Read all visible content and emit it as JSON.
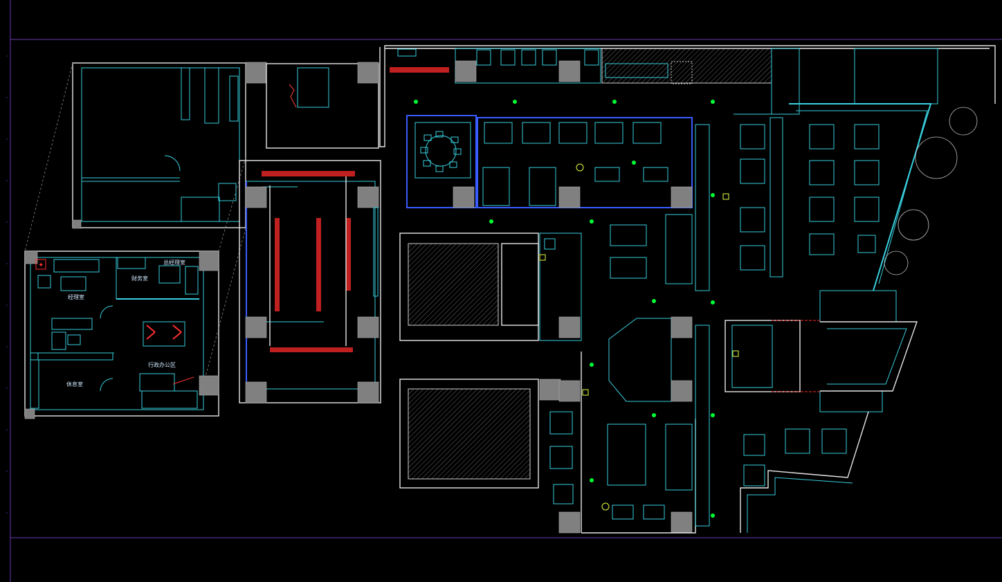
{
  "drawing": {
    "background": "#000000",
    "colors": {
      "wall": "#e8e8e8",
      "furniture": "#39d0e0",
      "glass": "#3a5cff",
      "column": "#808080",
      "accent": "#c02020",
      "light": "#00ff33",
      "fixture": "#e8ff40",
      "boundary": "#6a3ab0"
    },
    "room_labels": [
      {
        "text": "经理室"
      },
      {
        "text": "财务室"
      },
      {
        "text": "总经理室"
      },
      {
        "text": "行政办公区"
      },
      {
        "text": "休息室"
      }
    ]
  }
}
